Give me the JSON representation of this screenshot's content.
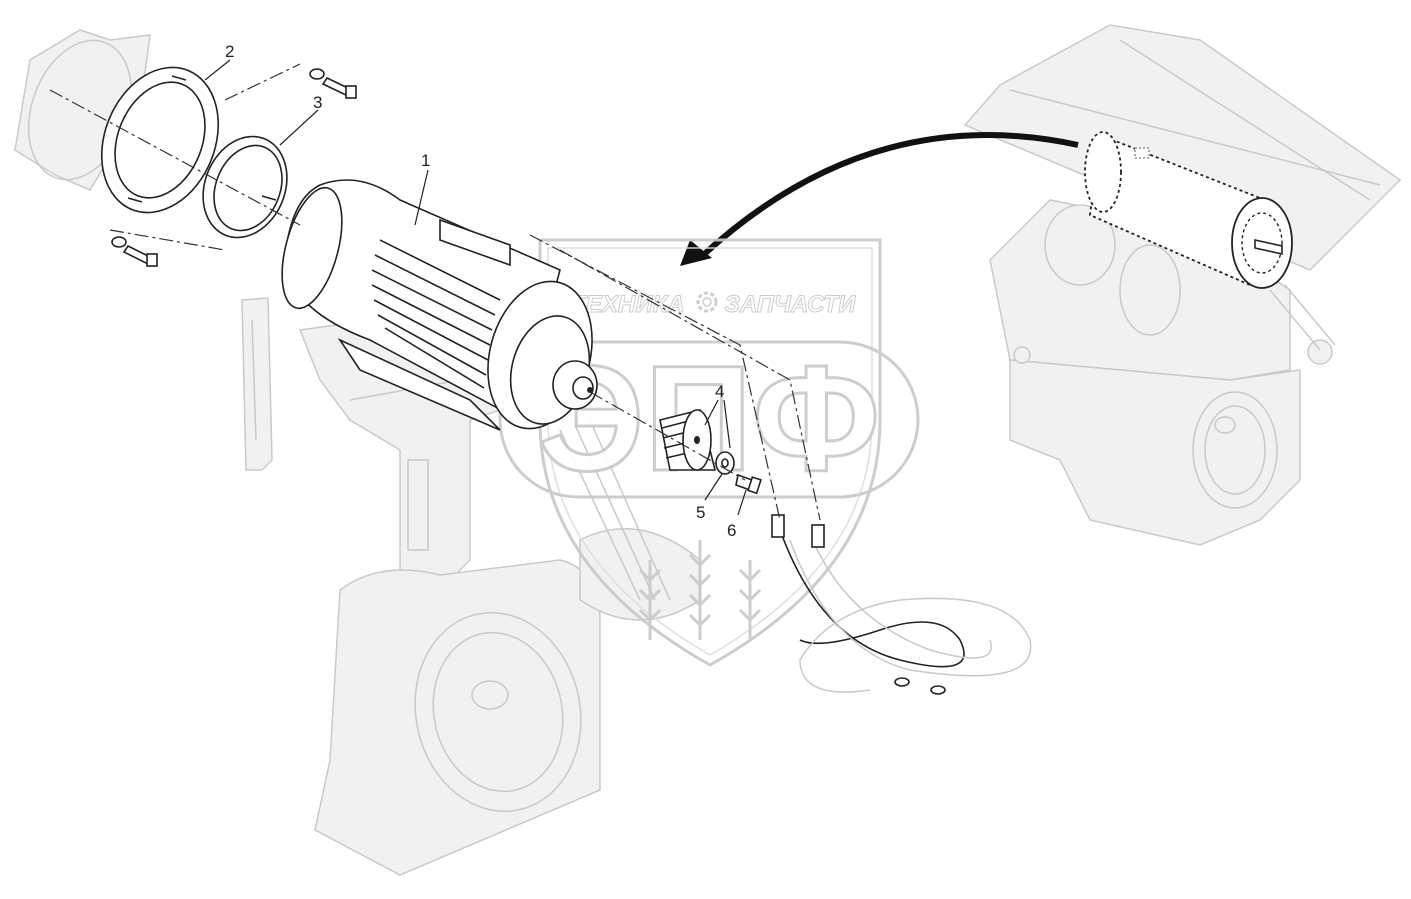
{
  "watermark": {
    "brand_left": "ТЕХНИКА",
    "brand_right": "ЗАПЧАСТИ",
    "monogram": "ЭПФ"
  },
  "callouts": [
    "1",
    "2",
    "3",
    "4",
    "5",
    "6"
  ],
  "icons": {
    "watermark_gear": "gear-icon",
    "arrow": "curved-arrow-icon"
  }
}
